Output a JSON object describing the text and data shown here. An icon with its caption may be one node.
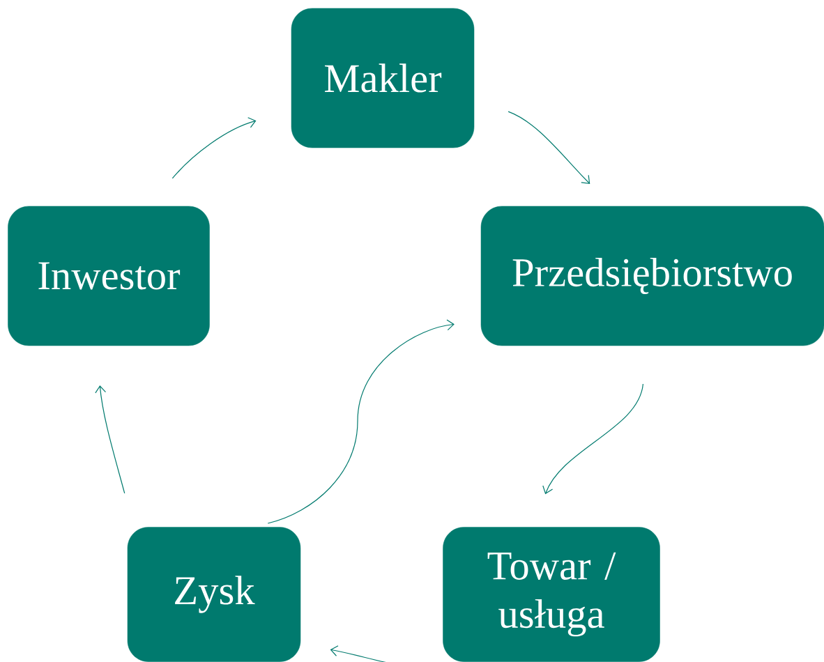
{
  "diagram": {
    "nodes": [
      {
        "text": [
          "Makler"
        ]
      },
      {
        "text": [
          "Przedsiębiorstwo"
        ]
      },
      {
        "text": [
          "Towar / usługa"
        ]
      },
      {
        "text": [
          "Zysk"
        ]
      },
      {
        "text": [
          "Inwestor"
        ]
      }
    ],
    "edges": [
      {
        "from": 0,
        "to": 1,
        "arrow": "to"
      },
      {
        "from": 1,
        "to": 2,
        "arrow": "to"
      },
      {
        "from": 2,
        "to": 3,
        "arrow": "to"
      },
      {
        "from": 3,
        "to": 4,
        "arrow": "to"
      },
      {
        "from": 4,
        "to": 0,
        "arrow": "to"
      },
      {
        "from": 3,
        "to": 1,
        "arrow": "to"
      }
    ]
  }
}
